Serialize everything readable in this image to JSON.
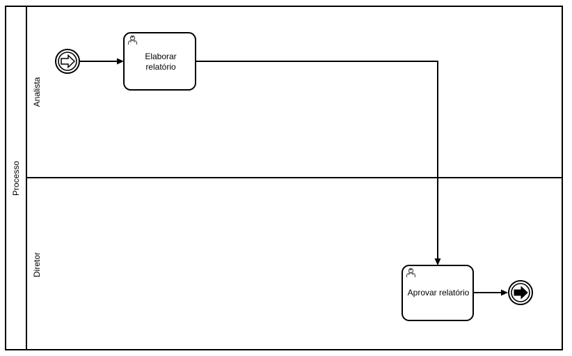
{
  "diagram": {
    "pool": {
      "label": "Processo"
    },
    "lanes": [
      {
        "label": "Analista"
      },
      {
        "label": "Diretor"
      }
    ],
    "tasks": [
      {
        "label": "Elaborar relatório",
        "label_lines": [
          "Elaborar",
          "relatório"
        ],
        "type": "user-task",
        "icon": "user-icon",
        "lane": "Analista"
      },
      {
        "label": "Aprovar relatório",
        "label_lines": [
          "Aprovar relatório"
        ],
        "type": "user-task",
        "icon": "user-icon",
        "lane": "Diretor"
      }
    ],
    "events": [
      {
        "name": "start-link-event",
        "type": "intermediate-link-catch",
        "icon": "link-catch-arrow-icon",
        "lane": "Analista"
      },
      {
        "name": "end-link-event",
        "type": "intermediate-link-throw",
        "icon": "link-throw-arrow-icon",
        "lane": "Diretor"
      }
    ],
    "flows": [
      {
        "from": "start-link-event",
        "to": "Elaborar relatório"
      },
      {
        "from": "Elaborar relatório",
        "to": "Aprovar relatório"
      },
      {
        "from": "Aprovar relatório",
        "to": "end-link-event"
      }
    ],
    "colors": {
      "stroke": "#000000",
      "background": "#ffffff",
      "icon": "#555555"
    }
  }
}
